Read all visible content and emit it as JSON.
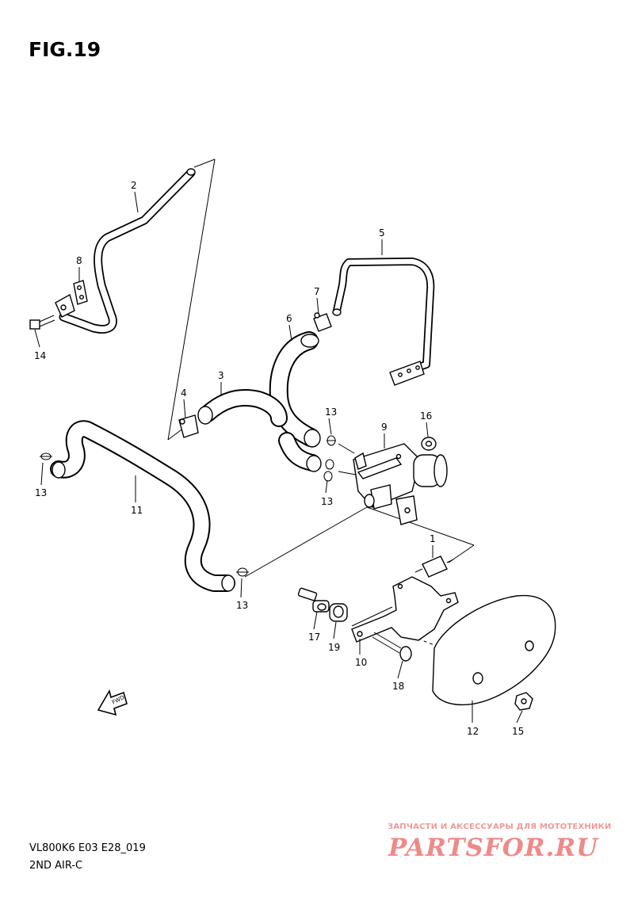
{
  "figure": {
    "title": "FIG.19",
    "model_code": "VL800K6 E03 E28_019",
    "assembly_name": "2ND AIR-C",
    "fwd_label": "FWD"
  },
  "watermark": {
    "tagline": "ЗАПЧАСТИ И АКСЕССУАРЫ ДЛЯ МОТОТЕХНИКИ",
    "site": "PARTSFOR.RU"
  },
  "callouts": [
    {
      "id": "p1",
      "number": "1",
      "name": "connector"
    },
    {
      "id": "p2",
      "number": "2",
      "name": "pipe"
    },
    {
      "id": "p3",
      "number": "3",
      "name": "hose"
    },
    {
      "id": "p4",
      "number": "4",
      "name": "clamp"
    },
    {
      "id": "p5",
      "number": "5",
      "name": "pipe"
    },
    {
      "id": "p6",
      "number": "6",
      "name": "hose"
    },
    {
      "id": "p7",
      "number": "7",
      "name": "clamp"
    },
    {
      "id": "p8",
      "number": "8",
      "name": "gasket"
    },
    {
      "id": "p9",
      "number": "9",
      "name": "valve"
    },
    {
      "id": "p10",
      "number": "10",
      "name": "bracket"
    },
    {
      "id": "p11",
      "number": "11",
      "name": "hose"
    },
    {
      "id": "p12",
      "number": "12",
      "name": "cover"
    },
    {
      "id": "p13a",
      "number": "13",
      "name": "clamp"
    },
    {
      "id": "p13b",
      "number": "13",
      "name": "clamp"
    },
    {
      "id": "p13c",
      "number": "13",
      "name": "clamp"
    },
    {
      "id": "p13d",
      "number": "13",
      "name": "clamp"
    },
    {
      "id": "p14",
      "number": "14",
      "name": "bolt"
    },
    {
      "id": "p15",
      "number": "15",
      "name": "nut"
    },
    {
      "id": "p16",
      "number": "16",
      "name": "cushion"
    },
    {
      "id": "p17",
      "number": "17",
      "name": "collar"
    },
    {
      "id": "p18",
      "number": "18",
      "name": "bolt"
    },
    {
      "id": "p19",
      "number": "19",
      "name": "cushion"
    }
  ]
}
